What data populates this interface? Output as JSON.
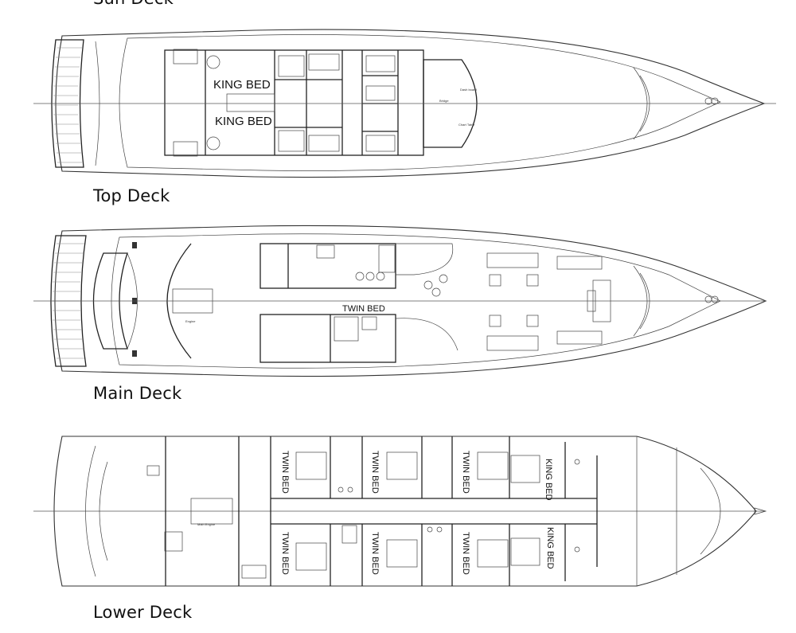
{
  "decks": {
    "sun": {
      "title": "Sun Deck"
    },
    "top": {
      "title": "Top Deck",
      "labels": {
        "king_bed_1": "KING BED",
        "king_bed_2": "KING BED"
      }
    },
    "main": {
      "title": "Main Deck",
      "labels": {
        "twin_bed": "TWIN BED"
      }
    },
    "lower": {
      "title": "Lower Deck",
      "labels": {
        "twin_bed_1": "TWIN BED",
        "twin_bed_2": "TWIN BED",
        "twin_bed_3": "TWIN BED",
        "twin_bed_4": "TWIN BED",
        "twin_bed_5": "TWIN BED",
        "twin_bed_6": "TWIN BED",
        "king_bed_1": "KING BED",
        "king_bed_2": "KING BED"
      }
    }
  }
}
